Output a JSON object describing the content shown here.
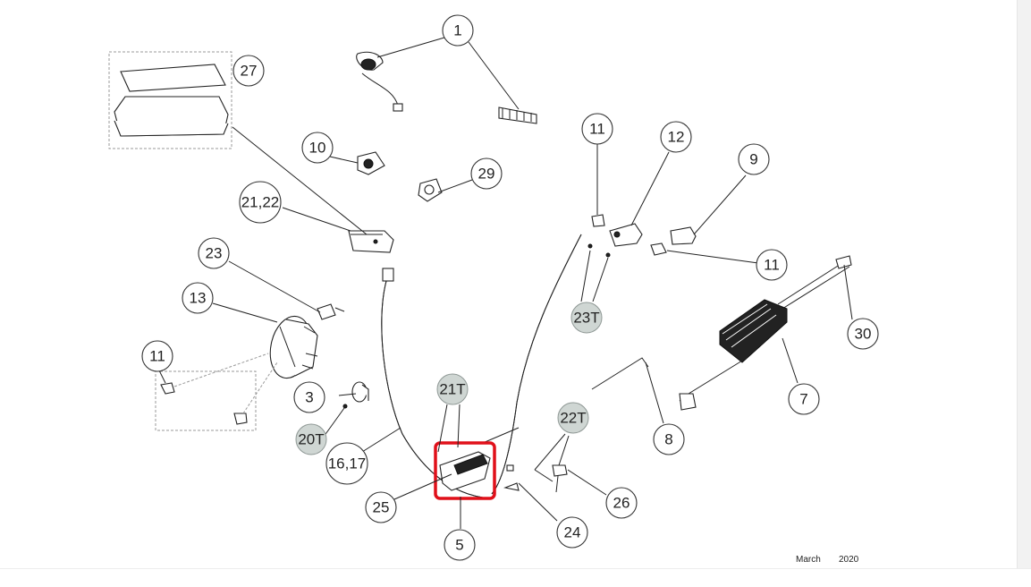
{
  "callouts": {
    "c1": "1",
    "c27": "27",
    "c10": "10",
    "c29": "29",
    "c21_22": "21,22",
    "c23": "23",
    "c13": "13",
    "c11_a": "11",
    "c3": "3",
    "c20T": "20T",
    "c16_17": "16,17",
    "c21T": "21T",
    "c25": "25",
    "c5": "5",
    "c24": "24",
    "c22T": "22T",
    "c26": "26",
    "c11_b": "11",
    "c12": "12",
    "c9": "9",
    "c11_c": "11",
    "c23T": "23T",
    "c30": "30",
    "c7": "7",
    "c8": "8"
  },
  "footer": {
    "month": "March",
    "year": "2020"
  },
  "colors": {
    "highlight": "#e0101a",
    "tooling_callout": "#cfd6d3"
  }
}
